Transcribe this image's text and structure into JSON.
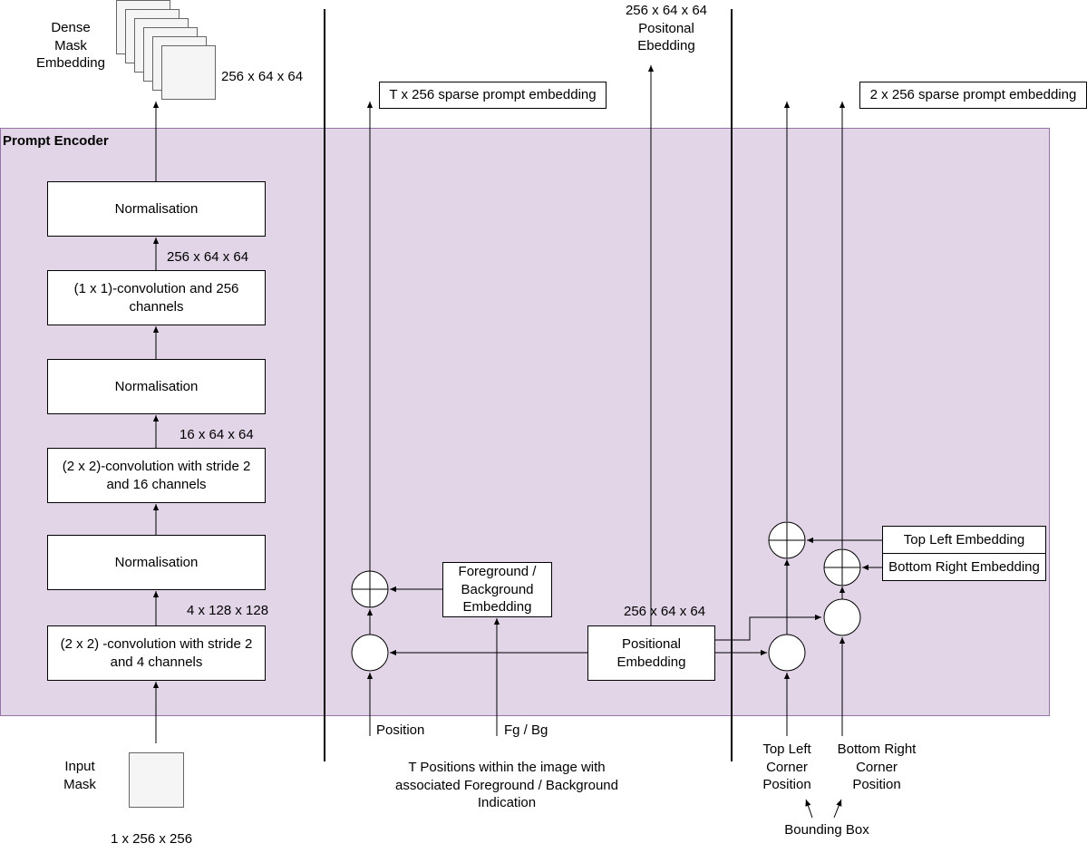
{
  "region": {
    "title": "Prompt Encoder"
  },
  "dense_mask": {
    "title": "Dense\nMask\nEmbedding",
    "dims": "256 x 64 x 64"
  },
  "mask_pipeline": {
    "blocks": [
      "Normalisation",
      "(1 x 1)-convolution and 256 channels",
      "Normalisation",
      "(2 x 2)-convolution with stride 2 and 16 channels",
      "Normalisation",
      "(2 x 2) -convolution with stride 2 and 4 channels"
    ],
    "dims": [
      "256 x 64 x 64",
      "16 x 64 x 64",
      "4 x 128 x 128"
    ]
  },
  "input_mask": {
    "title": "Input\nMask",
    "dims": "1 x 256 x 256"
  },
  "points": {
    "output": "T x 256 sparse prompt embedding",
    "fg_bg_embedding": "Foreground / Background Embedding",
    "position_label": "Position",
    "fgbg_label": "Fg / Bg",
    "caption": "T Positions within the image with associated Foreground / Background Indication"
  },
  "positional": {
    "output": "256 x 64 x 64\nPositonal\nEbedding",
    "block": "Positional Embedding",
    "dims": "256 x 64 x 64"
  },
  "box_prompt": {
    "output": "2 x 256 sparse prompt embedding",
    "top_left_embedding": "Top Left Embedding",
    "bottom_right_embedding": "Bottom Right Embedding",
    "top_left_position": "Top Left\nCorner\nPosition",
    "bottom_right_position": "Bottom Right\nCorner\nPosition",
    "bounding_box": "Bounding Box"
  }
}
